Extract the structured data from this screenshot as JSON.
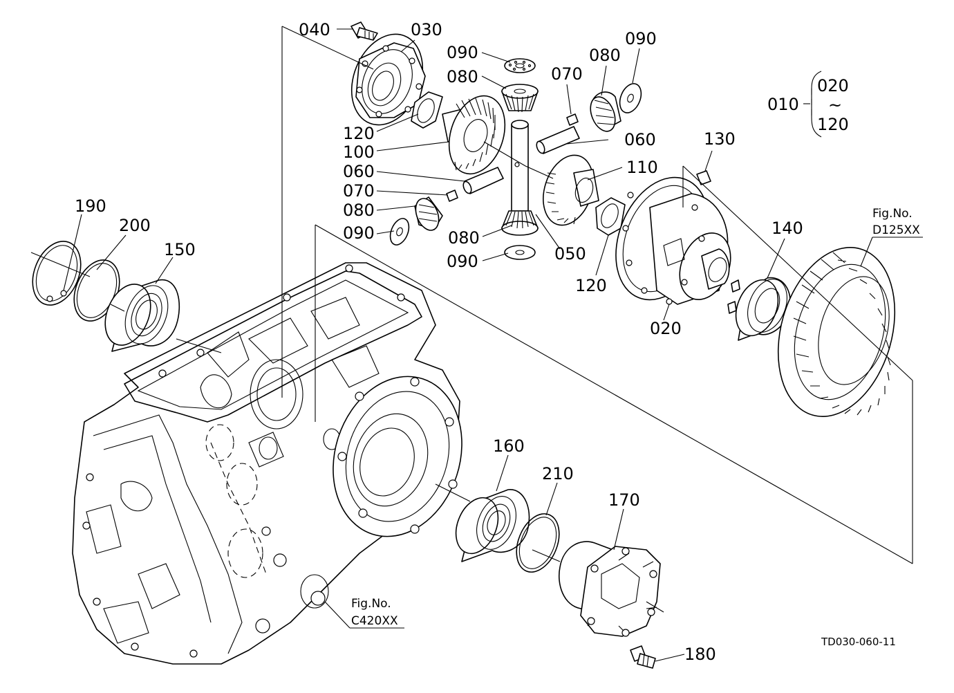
{
  "labels": {
    "p040": "040",
    "p030": "030",
    "p090a": "090",
    "p080a": "080",
    "p070a": "070",
    "p080b": "080",
    "p090b": "090",
    "p010": "010",
    "range_start": "020",
    "range_tilde": "~",
    "range_end": "120",
    "p120a": "120",
    "p100": "100",
    "p060a": "060",
    "p060b": "060",
    "p070b": "070",
    "p080c": "080",
    "p090c": "090",
    "p110": "110",
    "p130": "130",
    "p080d": "080",
    "p090d": "090",
    "p050": "050",
    "p120b": "120",
    "p020": "020",
    "p140": "140",
    "p190": "190",
    "p200": "200",
    "p150": "150",
    "p160": "160",
    "p210": "210",
    "p170": "170",
    "p180": "180"
  },
  "references": {
    "fig_d_prefix": "Fig.No.",
    "fig_d_code": "D125XX",
    "fig_c_prefix": "Fig.No.",
    "fig_c_code": "C420XX"
  },
  "drawing_code": "TD030-060-11"
}
